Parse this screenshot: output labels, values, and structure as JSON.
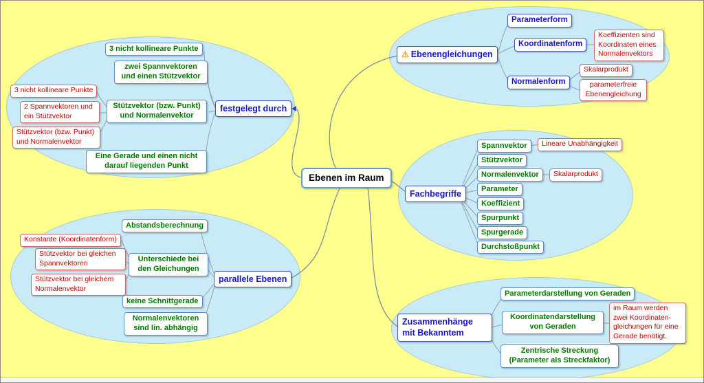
{
  "colors": {
    "background": "#FFFF8E",
    "cloud": "#C9EAF7",
    "green": "#007A00",
    "red": "#C00000",
    "blue": "#1515CF"
  },
  "central": {
    "label": "Ebenen im Raum"
  },
  "festgelegt": {
    "label": "festgelegt durch",
    "punkte": "3 nicht kollineare Punkte",
    "spannvektoren": "zwei Spannvektoren und einen Stützvektor",
    "stuetzvektor": "Stützvektor (bzw. Punkt) und Normalenvektor",
    "alt_punkte": "3 nicht kollineare Punkte",
    "alt_spann": "2 Spannvektoren und ein Stützvektor",
    "alt_stuetz": "Stützvektor (bzw. Punkt) und Normalenvektor",
    "gerade": "Eine Gerade und einen nicht darauf liegenden Punkt"
  },
  "gleichungen": {
    "warning": "⚠",
    "label": "Ebenengleichungen",
    "parameterform": "Parameterform",
    "koordinatenform": "Koordinatenform",
    "koeffizienten": "Koeffizienten sind Koordinaten eines Normalenvektors",
    "normalenform": "Normalenform",
    "skalarprodukt": "Skalarprodukt",
    "parameterfrei": "parameterfreie Ebenengleichung"
  },
  "fachbegriffe": {
    "label": "Fachbegriffe",
    "items": [
      "Spannvektor",
      "Stützvektor",
      "Normalenvektor",
      "Parameter",
      "Koeffizient",
      "Spurpunkt",
      "Spurgerade",
      "Durchstoßpunkt"
    ],
    "lineare": "Lineare Unabhängigkeit",
    "skalarprodukt": "Skalarprodukt"
  },
  "parallele": {
    "label": "parallele Ebenen",
    "abstand": "Abstandsberechnung",
    "unterschiede": "Unterschiede bei den Gleichungen",
    "konstante": "Konstante (Koordinatenform)",
    "stuetz_spann": "Stützvektor bei gleichen Spannvektoren",
    "stuetz_normal": "Stützvektor bei gleichem Normalenvektor",
    "schnittgerade": "keine Schnittgerade",
    "normalenvektoren": "Normalenvektoren sind lin. abhängig"
  },
  "zusammenhaenge": {
    "label": "Zusammenhänge mit Bekanntem",
    "parameterdarstellung": "Parameterdarstellung von Geraden",
    "koordinatendarstellung": "Koordinatendarstellung von Geraden",
    "im_raum": "im Raum werden zwei Koordinaten-gleichungen für eine Gerade benötigt.",
    "zentrische": "Zentrische Streckung (Parameter als Streckfaktor)"
  }
}
